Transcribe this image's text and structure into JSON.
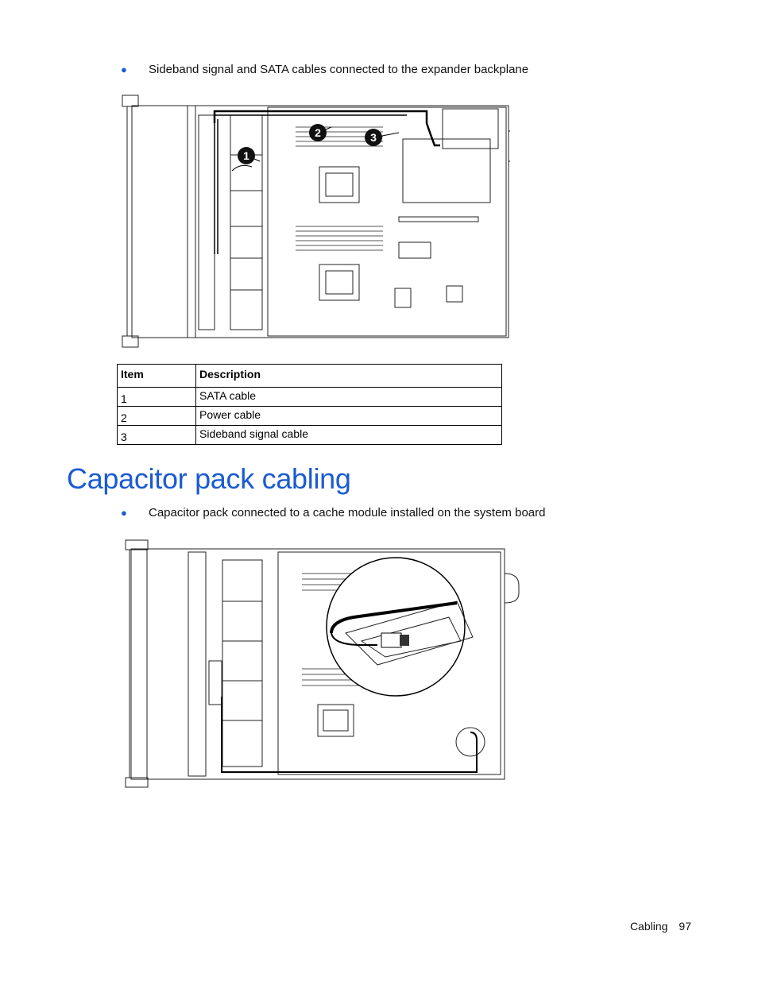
{
  "bullets": {
    "first": "Sideband signal and SATA cables connected to the expander backplane",
    "second": "Capacitor pack connected to a cache module installed on the system board"
  },
  "figure1": {
    "callouts": [
      "1",
      "2",
      "3"
    ]
  },
  "table": {
    "headers": [
      "Item",
      "Description"
    ],
    "rows": [
      {
        "item": "1",
        "description": "SATA cable"
      },
      {
        "item": "2",
        "description": "Power cable"
      },
      {
        "item": "3",
        "description": "Sideband signal cable"
      }
    ]
  },
  "section": {
    "title": "Capacitor pack cabling"
  },
  "footer": {
    "label": "Cabling",
    "page_number": "97"
  },
  "colors": {
    "heading": "#1a5bd1",
    "bullet": "#1a5bd1",
    "callout_fill": "#111111"
  }
}
